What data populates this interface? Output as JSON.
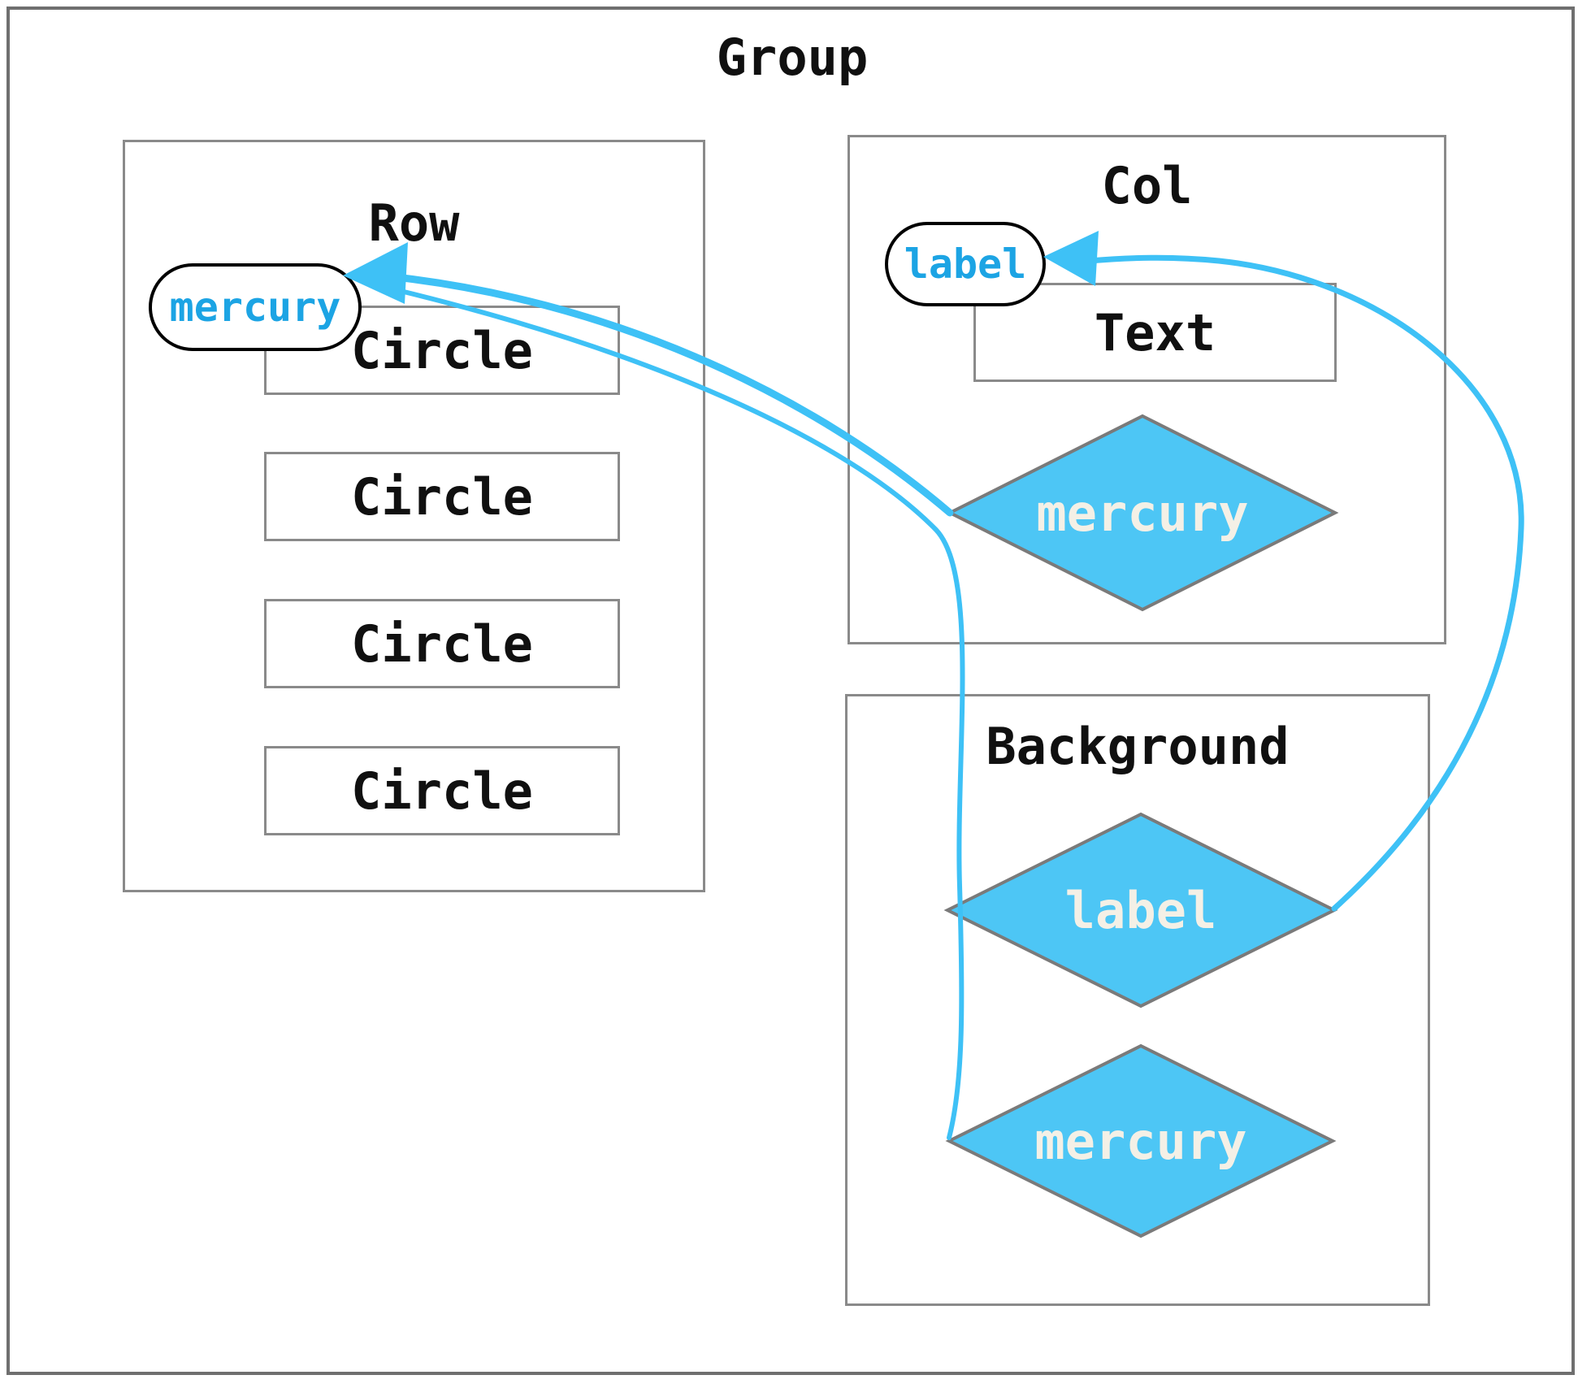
{
  "group": {
    "title": "Group"
  },
  "row": {
    "title": "Row",
    "pill_label": "mercury",
    "circles": [
      {
        "label": "Circle"
      },
      {
        "label": "Circle"
      },
      {
        "label": "Circle"
      },
      {
        "label": "Circle"
      }
    ]
  },
  "col": {
    "title": "Col",
    "pill_label": "label",
    "text_box_label": "Text",
    "diamond_label": "mercury"
  },
  "background": {
    "title": "Background",
    "diamond_top_label": "label",
    "diamond_bottom_label": "mercury"
  },
  "colors": {
    "arrow_blue": "#3ec1f6",
    "diamond_fill": "#4dc6f5",
    "diamond_border": "#7a7a7a",
    "diamond_text": "#f4f0e6",
    "pill_text_blue": "#1ca4e4",
    "pill_border": "#000000",
    "inner_box_border": "#8a8a8a",
    "outer_box_border": "#6f6f6f",
    "label_text": "#101010",
    "background": "#ffffff"
  }
}
